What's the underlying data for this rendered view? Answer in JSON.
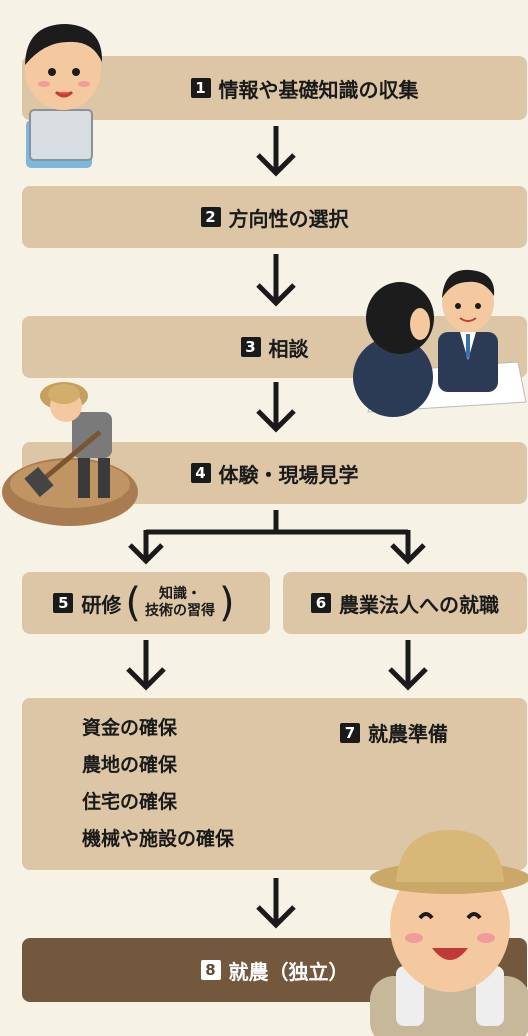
{
  "steps": [
    {
      "num": "1",
      "label": "情報や基礎知識の収集"
    },
    {
      "num": "2",
      "label": "方向性の選択"
    },
    {
      "num": "3",
      "label": "相談"
    },
    {
      "num": "4",
      "label": "体験・現場見学"
    },
    {
      "num": "5",
      "label": "研修",
      "sub_line1": "知識・",
      "sub_line2": "技術の習得"
    },
    {
      "num": "6",
      "label": "農業法人への就職"
    },
    {
      "num": "7",
      "label": "就農準備"
    },
    {
      "num": "8",
      "label": "就農（独立）"
    }
  ],
  "prep_items": [
    "資金の確保",
    "農地の確保",
    "住宅の確保",
    "機械や施設の確保"
  ]
}
